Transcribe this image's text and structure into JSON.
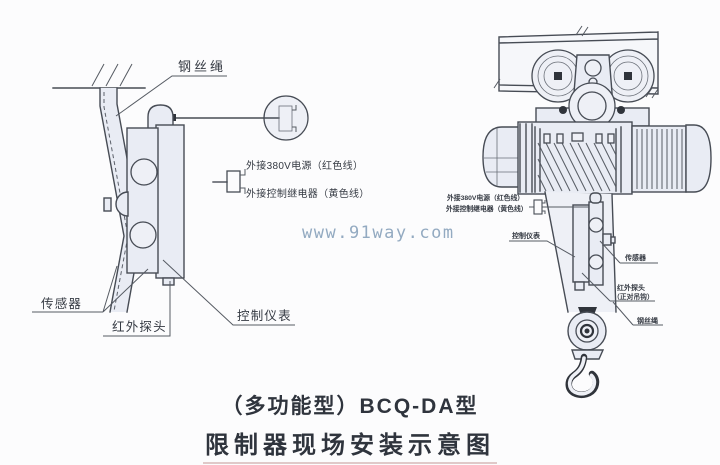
{
  "watermark": "www.91way.com",
  "title": {
    "line1": "（多功能型）BCQ-DA型",
    "line2": "限制器现场安装示意图"
  },
  "left_diagram": {
    "labels": {
      "wire_rope": "钢丝绳",
      "power_line": "外接380V电源（红色线）",
      "relay_line": "外接控制继电器（黄色线）",
      "sensor": "传感器",
      "infrared_probe": "红外探头",
      "control_instrument": "控制仪表"
    }
  },
  "right_diagram": {
    "labels": {
      "power_line": "外接380V电源（红色线）",
      "relay_line": "外接控制继电器（黄色线）",
      "control_instrument": "控制仪表",
      "sensor": "传感器",
      "infrared_probe": "红外探头",
      "infrared_probe_note": "（正对吊钩）",
      "wire_rope": "钢丝绳"
    }
  },
  "colors": {
    "background": "#fcfcfd",
    "line": "#474c55",
    "shape_fill": "#e9ecf4",
    "watermark": "#93aac1",
    "title_text": "#2f343d",
    "underline_accent": "#c39696"
  }
}
